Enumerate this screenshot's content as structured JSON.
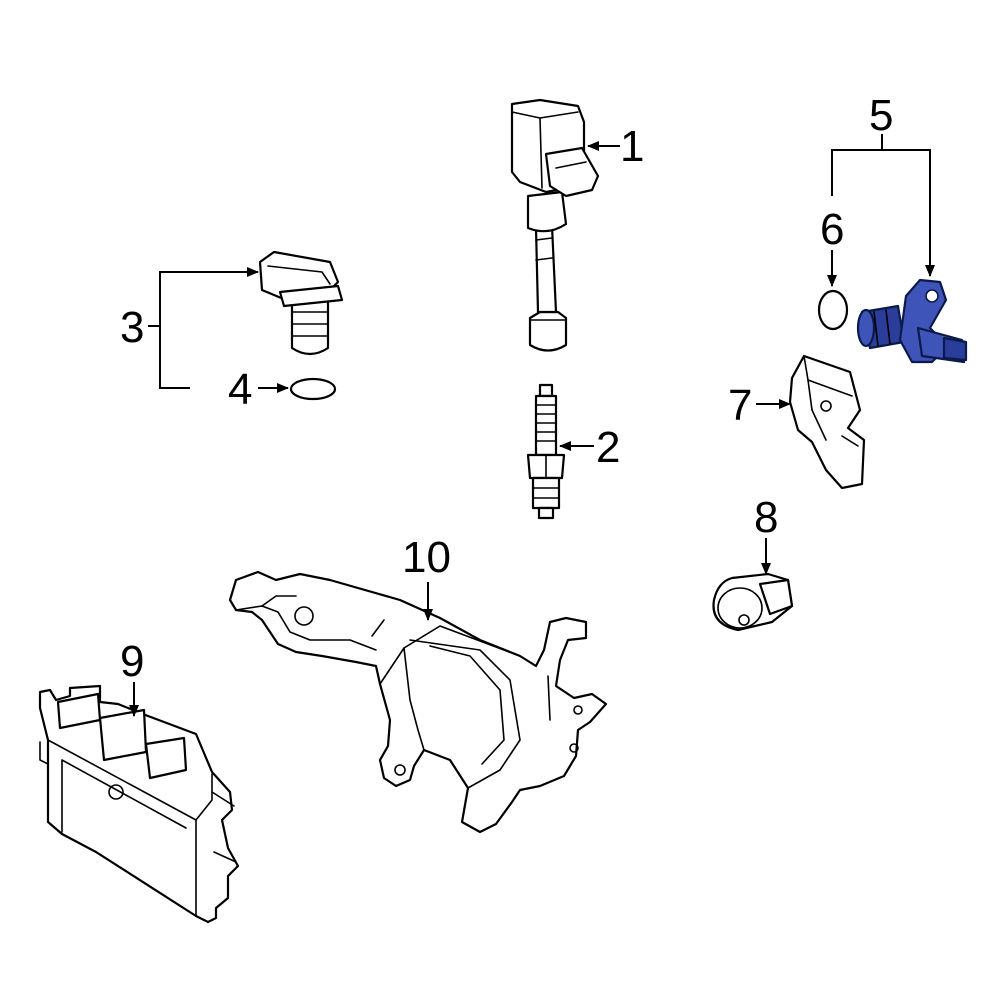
{
  "colors": {
    "line": "#000000",
    "background": "#ffffff",
    "highlight": "#3e54b8",
    "highlight_dark": "#2a3d9a"
  },
  "callouts": [
    {
      "id": "1",
      "text": "1",
      "part": "ignition coil"
    },
    {
      "id": "2",
      "text": "2",
      "part": "spark plug"
    },
    {
      "id": "3",
      "text": "3",
      "part": "sensor with connector"
    },
    {
      "id": "4",
      "text": "4",
      "part": "o-ring"
    },
    {
      "id": "5",
      "text": "5",
      "part": "camshaft position sensor (highlighted)"
    },
    {
      "id": "6",
      "text": "6",
      "part": "o-ring"
    },
    {
      "id": "7",
      "text": "7",
      "part": "sensor bracket"
    },
    {
      "id": "8",
      "text": "8",
      "part": "sensor"
    },
    {
      "id": "9",
      "text": "9",
      "part": "engine control module"
    },
    {
      "id": "10",
      "text": "10",
      "part": "mounting bracket"
    }
  ],
  "highlighted_part": "5"
}
